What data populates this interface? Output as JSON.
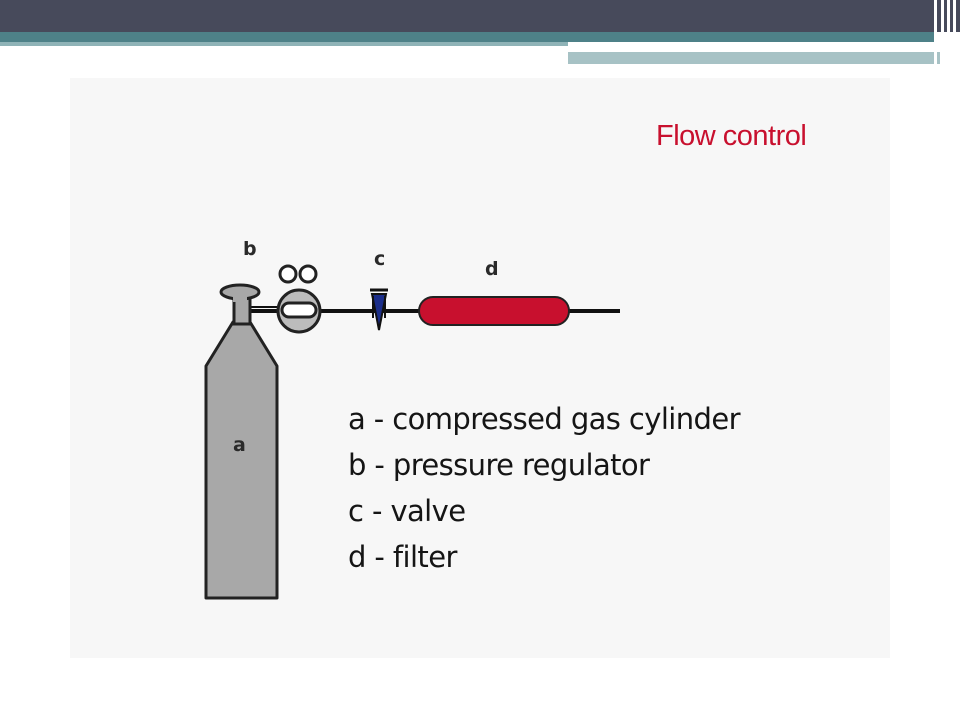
{
  "colors": {
    "title_red": "#c8102e",
    "filter_red": "#c8102e",
    "cylinder_gray": "#a8a8a8",
    "valve_blue": "#1b2e8a",
    "header_dark": "#474a5b",
    "header_teal": "#4e8188"
  },
  "figure": {
    "title": "Flow control",
    "labels": {
      "a": "a",
      "b": "b",
      "c": "c",
      "d": "d"
    },
    "legend": [
      "a - compressed gas cylinder",
      "b - pressure regulator",
      "c - valve",
      "d - filter"
    ]
  }
}
